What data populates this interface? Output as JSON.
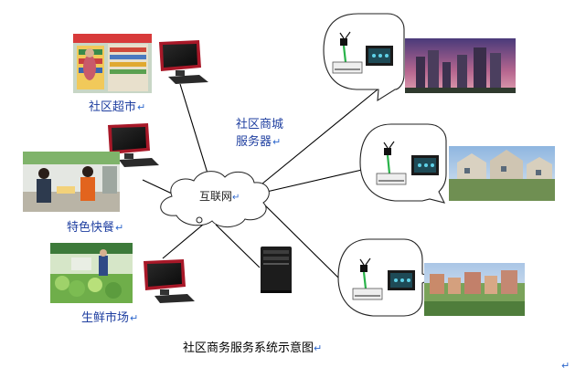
{
  "diagram": {
    "title": "社区商务服务系统示意图",
    "center": "互联网",
    "server": "社区商城\n服务器",
    "server_lines": [
      "社区商城",
      "服务器"
    ],
    "nodes": [
      {
        "id": "supermarket",
        "label": "社区超市"
      },
      {
        "id": "fastfood",
        "label": "特色快餐"
      },
      {
        "id": "freshmarket",
        "label": "生鲜市场"
      }
    ],
    "callouts": [
      "residential-1",
      "residential-2",
      "residential-3"
    ]
  },
  "return_mark": "↵",
  "colors": {
    "label_text": "#1f3fa0",
    "return_mark": "#2c66cc",
    "monitor_red": "#a81828",
    "router_green": "#29b34a",
    "line": "#000000"
  }
}
